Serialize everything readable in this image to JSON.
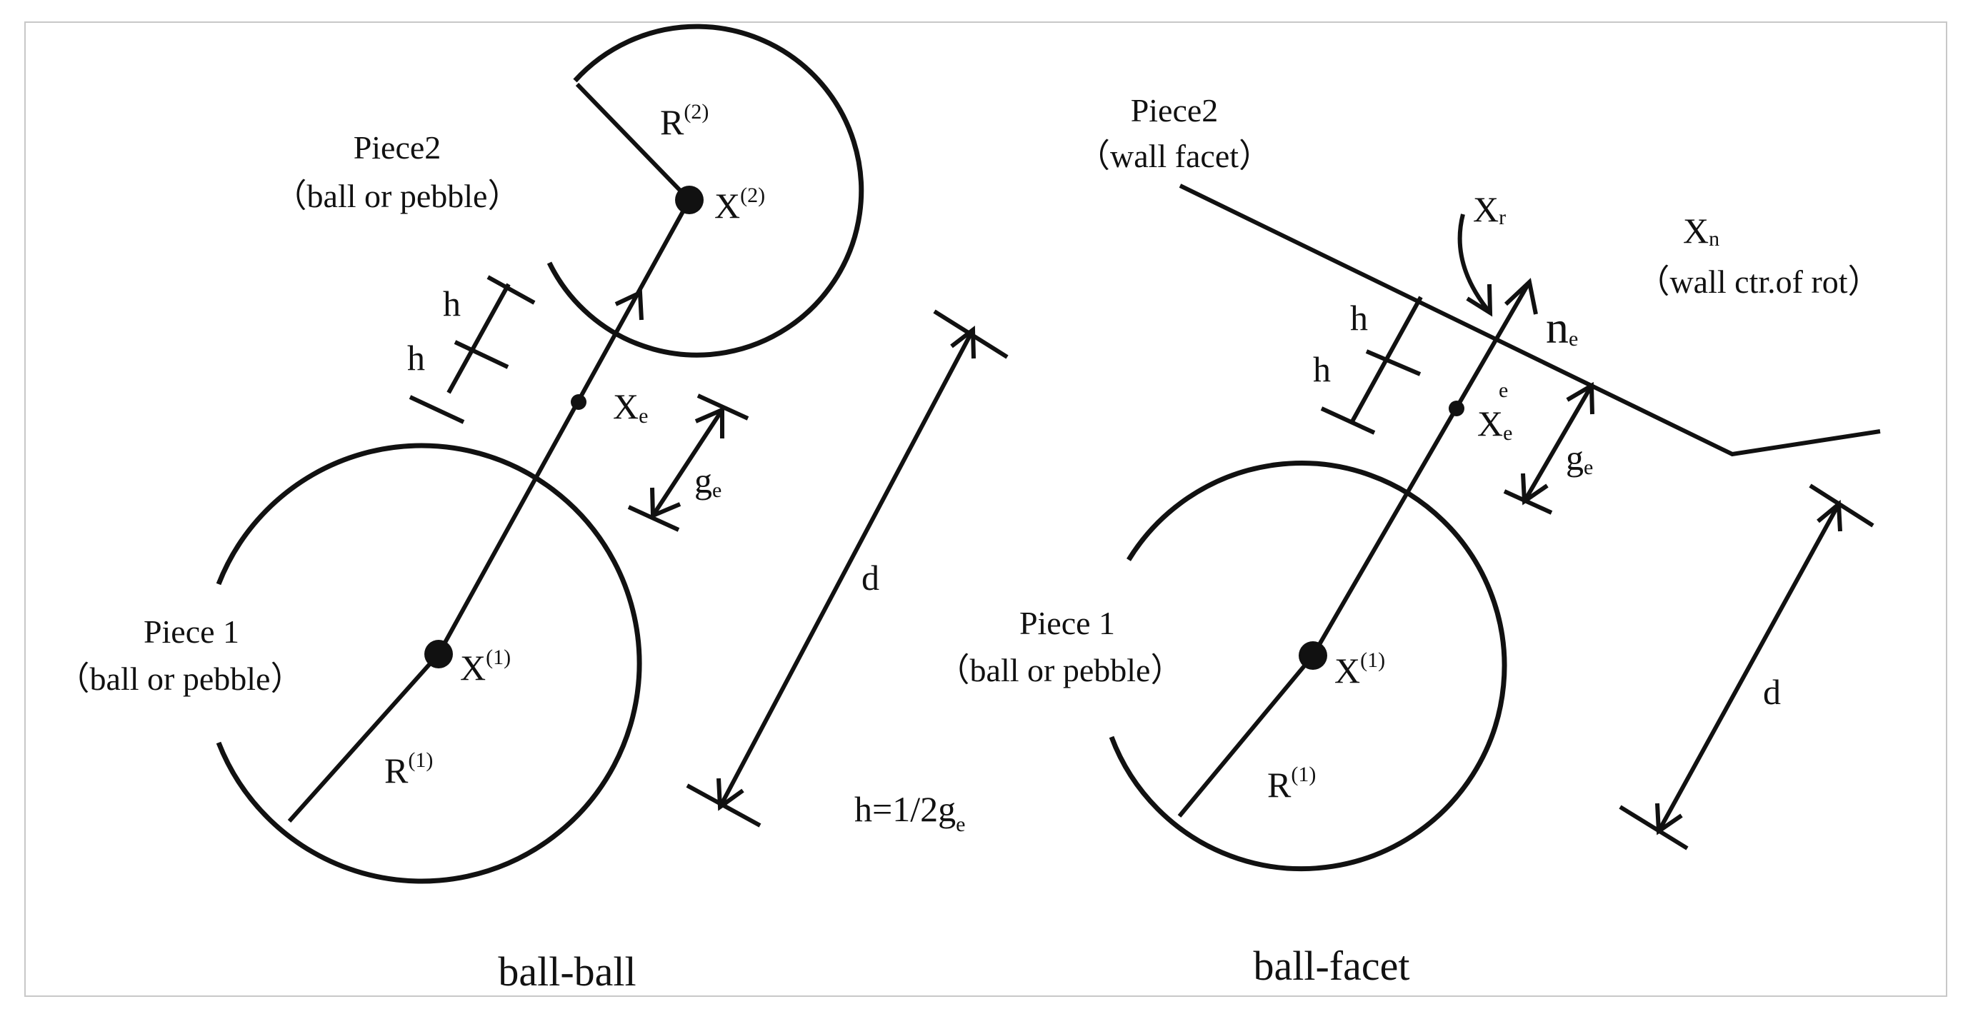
{
  "left_panel": {
    "caption": "ball-ball",
    "piece1_name": "Piece 1",
    "piece1_type": "（ball or pebble）",
    "piece2_name": "Piece2",
    "piece2_type": "（ball or pebble）",
    "x1": "X",
    "x1_sup": "(1)",
    "x2": "X",
    "x2_sup": "(2)",
    "r1": "R",
    "r1_sup": "(1)",
    "r2": "R",
    "r2_sup": "(2)",
    "xe": "X",
    "xe_sub": "e",
    "ge": "g",
    "ge_sub": "e",
    "h_upper": "h",
    "h_lower": "h",
    "d": "d",
    "formula": "h=1/2g",
    "formula_sub": "e"
  },
  "right_panel": {
    "caption": "ball-facet",
    "piece1_name": "Piece 1",
    "piece1_type": "（ball or pebble）",
    "piece2_name": "Piece2",
    "piece2_type": "（wall facet）",
    "x1": "X",
    "x1_sup": "(1)",
    "r1": "R",
    "r1_sup": "(1)",
    "xr": "X",
    "xr_sub": "r",
    "xn": "X",
    "xn_sub": "n",
    "xn_desc": "（wall ctr.of rot）",
    "ne": "n",
    "ne_sub": "e",
    "xe": "X",
    "xe_sub": "e",
    "xe_sup": "e",
    "ge": "g",
    "ge_sub": "e",
    "h_upper": "h",
    "h_lower": "h",
    "d": "d"
  }
}
